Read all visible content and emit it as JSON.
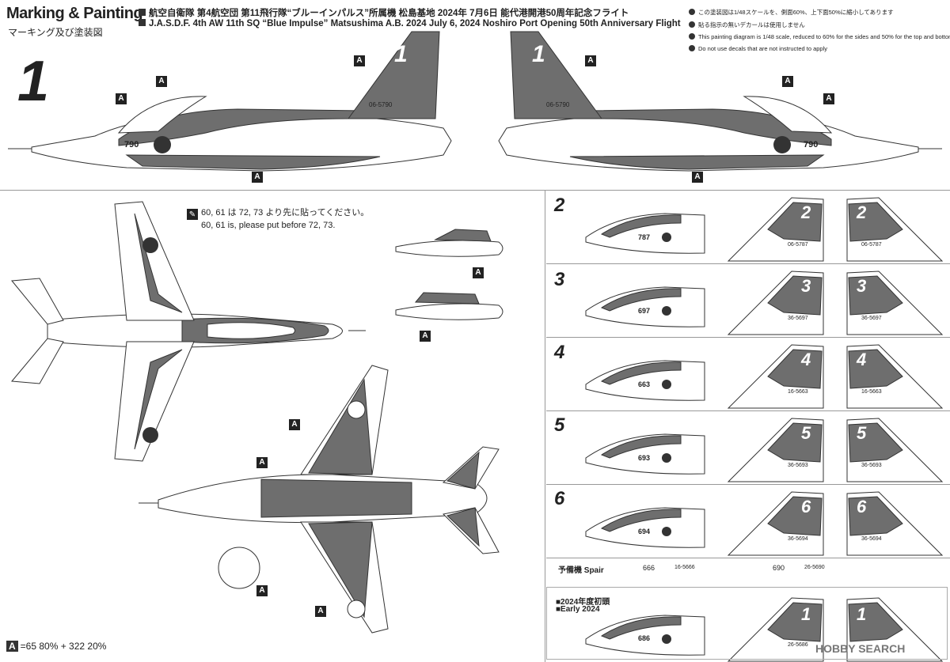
{
  "header": {
    "title": "Marking & Painting",
    "subtitle": "マーキング及び塗装図",
    "line_jp": "航空自衛隊 第4航空団 第11飛行隊“ブルーインパルス”所属機 松島基地 2024年 7月6日 能代港開港50周年記念フライト",
    "line_en": "J.A.S.D.F. 4th AW 11th SQ “Blue Impulse” Matsushima A.B. 2024 July 6, 2024 Noshiro Port Opening 50th Anniversary Flight"
  },
  "notes": [
    "この塗装図は1/48スケールを、側面60%、上下面50%に縮小してあります",
    "貼る指示の無いデカールは使用しません",
    "This painting diagram is 1/48 scale, reduced to 60% for the sides and 50% for the top and bottom.",
    "Do not use decals that are not instructed to apply"
  ],
  "big_number": "1",
  "aircraft_side_code": "790",
  "tail_serial": "06-5790",
  "instruction": {
    "jp": "60, 61 は 72, 73 より先に貼ってください。",
    "en": "60, 61 is, please put before 72, 73."
  },
  "variants": [
    {
      "num": "2",
      "code": "787",
      "serial": "06-5787"
    },
    {
      "num": "3",
      "code": "697",
      "serial": "36-5697"
    },
    {
      "num": "4",
      "code": "663",
      "serial": "16-5663"
    },
    {
      "num": "5",
      "code": "693",
      "serial": "36-5693"
    },
    {
      "num": "6",
      "code": "694",
      "serial": "36-5694"
    }
  ],
  "spare": {
    "label": "予備機 Spair",
    "items": [
      "666",
      "16-5666",
      "690",
      "26-5690"
    ]
  },
  "early": {
    "label_jp": "■2024年度初頭",
    "label_en": "■Early 2024",
    "code": "686",
    "serial": "26-5686"
  },
  "legend": {
    "box": "A",
    "text": "=65 80% + 322 20%"
  },
  "watermark": "HOBBY SEARCH",
  "colors": {
    "paint_gray": "#6e6e6e",
    "line": "#333333",
    "white": "#ffffff"
  }
}
